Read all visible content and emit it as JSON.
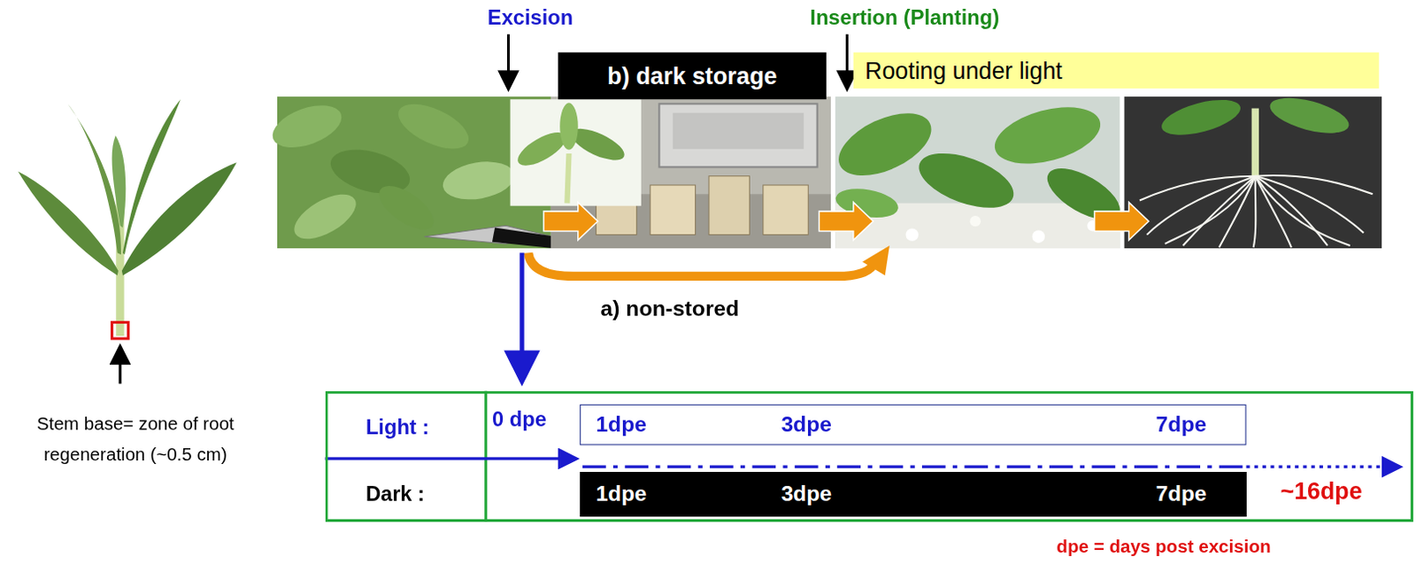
{
  "diagram": {
    "nodes": [
      {
        "text": [
          "b) dark storage"
        ]
      },
      {
        "text": [
          "Rooting under light"
        ]
      },
      {
        "text": [
          "Light :",
          "Dark :",
          "0 dpe",
          "~16dpe"
        ]
      },
      {
        "text": [
          "1dpe",
          "3dpe",
          "7dpe"
        ],
        "in": 2
      },
      {
        "text": [
          "1dpe",
          "3dpe",
          "7dpe"
        ],
        "in": 2
      }
    ],
    "labels": [
      "Excision",
      "Insertion (Planting)",
      "a) non-stored",
      "Stem base= zone of root regeneration (~0.5 cm)",
      "dpe = days post excision"
    ]
  }
}
